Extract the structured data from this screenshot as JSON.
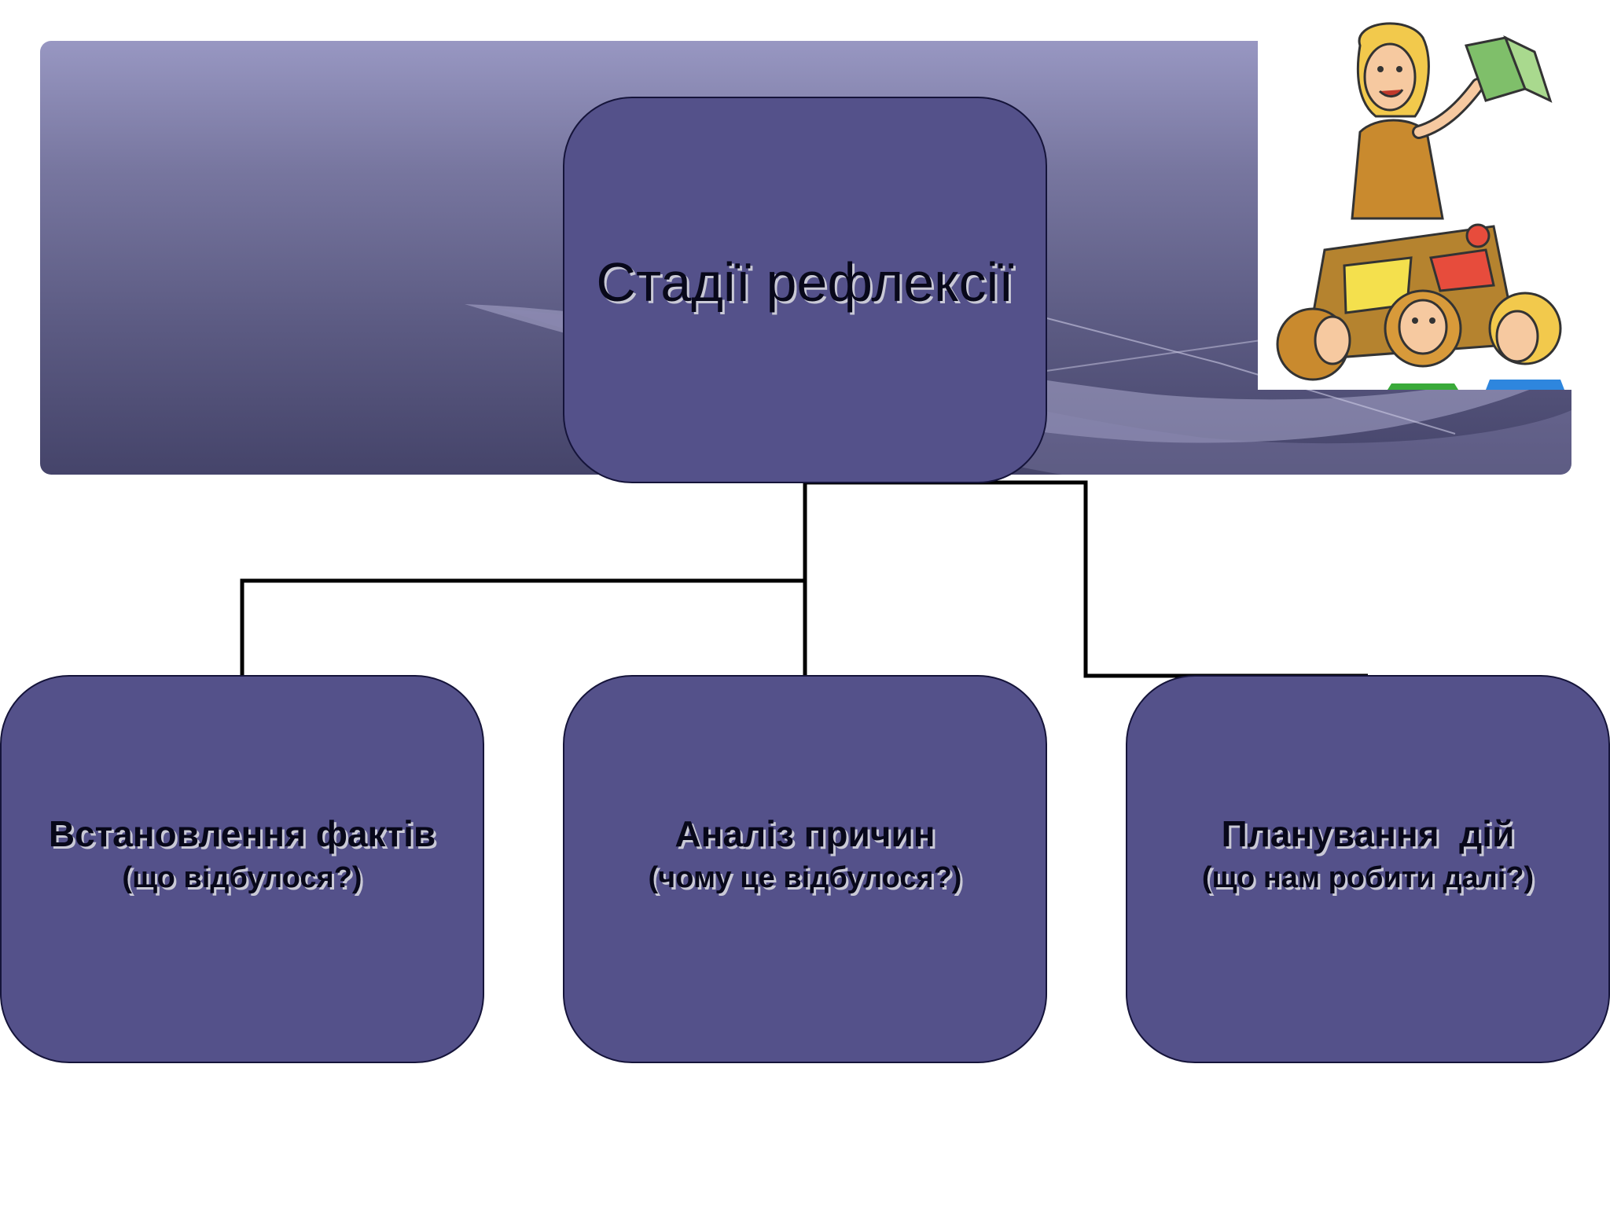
{
  "diagram": {
    "root": {
      "label": "Стадії рефлексії"
    },
    "children": [
      {
        "title": "Встановлення фактів",
        "subtitle": "(що відбулося?)"
      },
      {
        "title": "Аналіз причин",
        "subtitle": "(чому це відбулося?)"
      },
      {
        "title": "Планування  дій",
        "subtitle": "(що нам робити далі?)"
      }
    ]
  },
  "colors": {
    "node_fill": "#54518a",
    "banner_top": "#9897c2",
    "banner_bottom": "#45446a",
    "connector": "#000000"
  },
  "clipart": {
    "icon": "teacher-with-pupils-illustration"
  }
}
